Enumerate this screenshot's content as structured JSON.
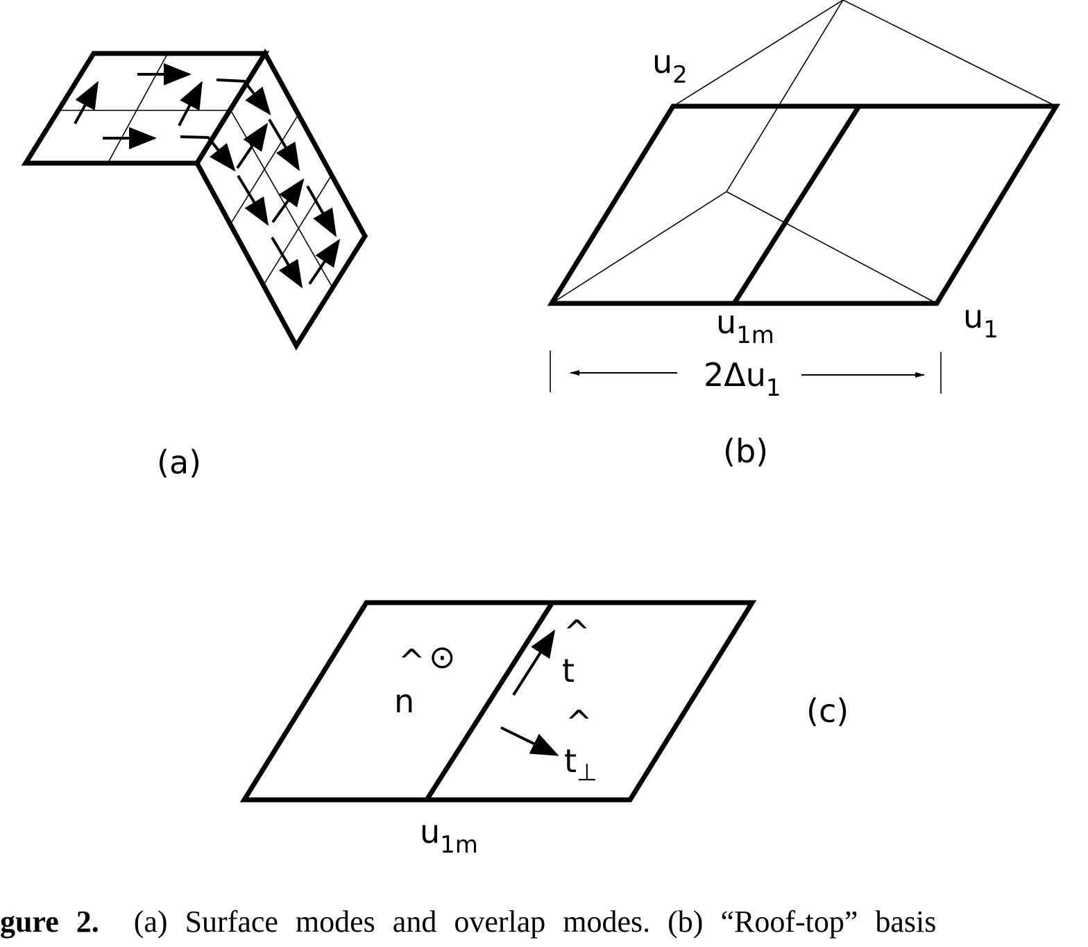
{
  "panels": {
    "a": {
      "label": "(a)"
    },
    "b": {
      "label": "(b)",
      "u2": "u",
      "u2_sub": "2",
      "u1m": "u",
      "u1m_sub": "1m",
      "u1": "u",
      "u1_sub": "1",
      "width_label": "2Δu",
      "width_sub": "1"
    },
    "c": {
      "label": "(c)",
      "n_hat": "n",
      "hat": "^",
      "odot": "⊙",
      "t_hat": "t",
      "t_perp": "t",
      "t_perp_sub": "⊥",
      "u1m": "u",
      "u1m_sub": "1m"
    }
  },
  "caption": {
    "prefix": "gure 2.",
    "text": "(a) Surface modes and overlap modes.  (b) “Roof-top” basis"
  }
}
